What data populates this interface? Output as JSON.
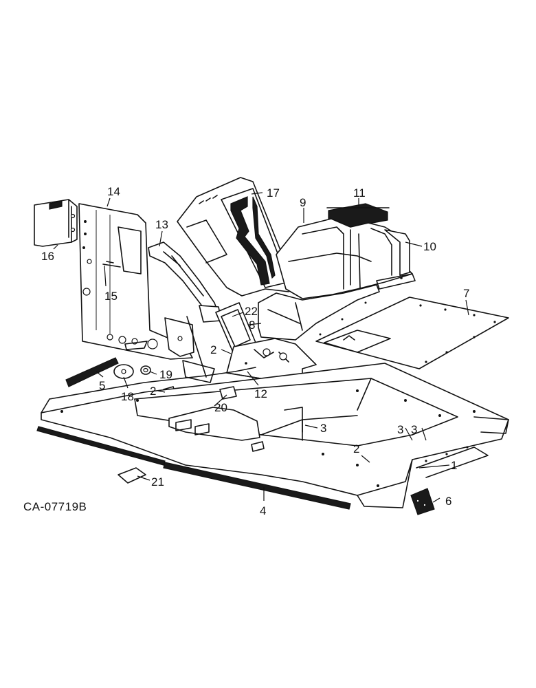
{
  "drawing_code": "CA-07719B",
  "callouts": {
    "c1": "1",
    "c2a": "2",
    "c2b": "2",
    "c2c": "2",
    "c3a": "3",
    "c3b": "3",
    "c3c": "3",
    "c4": "4",
    "c5": "5",
    "c6": "6",
    "c7": "7",
    "c8": "8",
    "c9": "9",
    "c10": "10",
    "c11": "11",
    "c12": "12",
    "c13": "13",
    "c14": "14",
    "c15": "15",
    "c16": "16",
    "c17": "17",
    "c18": "18",
    "c19": "19",
    "c20": "20",
    "c21": "21",
    "c22": "22"
  }
}
